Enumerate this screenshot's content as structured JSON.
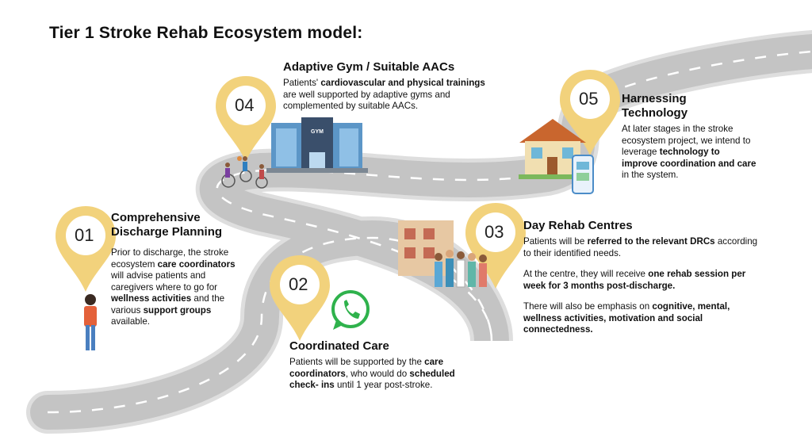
{
  "title": "Tier 1 Stroke Rehab Ecosystem model:",
  "gym_label": "GYM",
  "steps": {
    "s01": {
      "number": "01",
      "heading_line1": "Comprehensive",
      "heading_line2": "Discharge Planning",
      "text": [
        {
          "t": "Prior to discharge, the stroke ecosystem ",
          "b": false
        },
        {
          "t": "care coordinators",
          "b": true
        },
        {
          "t": " will advise patients and caregivers where to go for ",
          "b": false
        },
        {
          "t": "wellness activities",
          "b": true
        },
        {
          "t": " and the various ",
          "b": false
        },
        {
          "t": "support groups",
          "b": true
        },
        {
          "t": " available.",
          "b": false
        }
      ]
    },
    "s02": {
      "number": "02",
      "heading": "Coordinated Care",
      "text": [
        {
          "t": "Patients will be supported by the ",
          "b": false
        },
        {
          "t": "care coordinators",
          "b": true
        },
        {
          "t": ", who would do ",
          "b": false
        },
        {
          "t": "scheduled check- ins",
          "b": true
        },
        {
          "t": " until 1 year post-stroke.",
          "b": false
        }
      ]
    },
    "s03": {
      "number": "03",
      "heading": "Day Rehab Centres",
      "para1": [
        {
          "t": "Patients will be ",
          "b": false
        },
        {
          "t": "referred to the relevant DRCs",
          "b": true
        },
        {
          "t": " according to their identified needs.",
          "b": false
        }
      ],
      "para2": [
        {
          "t": "At the centre, they will receive ",
          "b": false
        },
        {
          "t": "one rehab session per week for 3 months post-discharge.",
          "b": true
        }
      ],
      "para3": [
        {
          "t": "There will also be emphasis on ",
          "b": false
        },
        {
          "t": "cognitive, mental, wellness activities, motivation and social connectedness.",
          "b": true
        }
      ]
    },
    "s04": {
      "number": "04",
      "heading": "Adaptive Gym / Suitable AACs",
      "text": [
        {
          "t": "Patients' ",
          "b": false
        },
        {
          "t": "cardiovascular and physical trainings",
          "b": true
        },
        {
          "t": " are well supported by adaptive gyms and complemented by suitable AACs.",
          "b": false
        }
      ]
    },
    "s05": {
      "number": "05",
      "heading_line1": "Harnessing",
      "heading_line2": "Technology",
      "text": [
        {
          "t": "At later stages in the stroke ecosystem project, we intend to leverage ",
          "b": false
        },
        {
          "t": "technology to improve coordination and care",
          "b": true
        },
        {
          "t": " in the system.",
          "b": false
        }
      ]
    }
  },
  "colors": {
    "road": "#c4c4c4",
    "road_dark": "#9a9a9a",
    "road_edge": "#e6e6e6",
    "pin": "#f2d27c",
    "pin_dark": "#e8c25f",
    "whatsapp": "#2fb24c"
  }
}
